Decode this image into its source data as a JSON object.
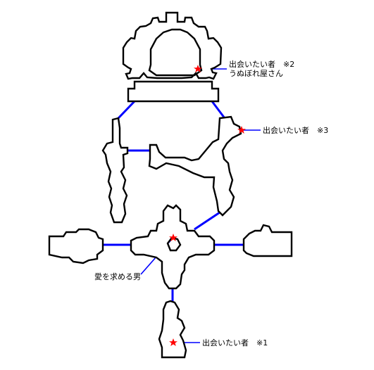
{
  "colors": {
    "background": "#ffffff",
    "wall": "#000000",
    "corridor": "#0000ff",
    "marker": "#ff0000"
  },
  "marker_icon": "red-star",
  "labels": {
    "npc2": {
      "line1": "出会いたい者　※2",
      "line2": "うぬぼれ屋さん"
    },
    "npc3": "出会いたい者　※3",
    "lover": "愛を求める男",
    "npc1": "出会いたい者　※1"
  }
}
